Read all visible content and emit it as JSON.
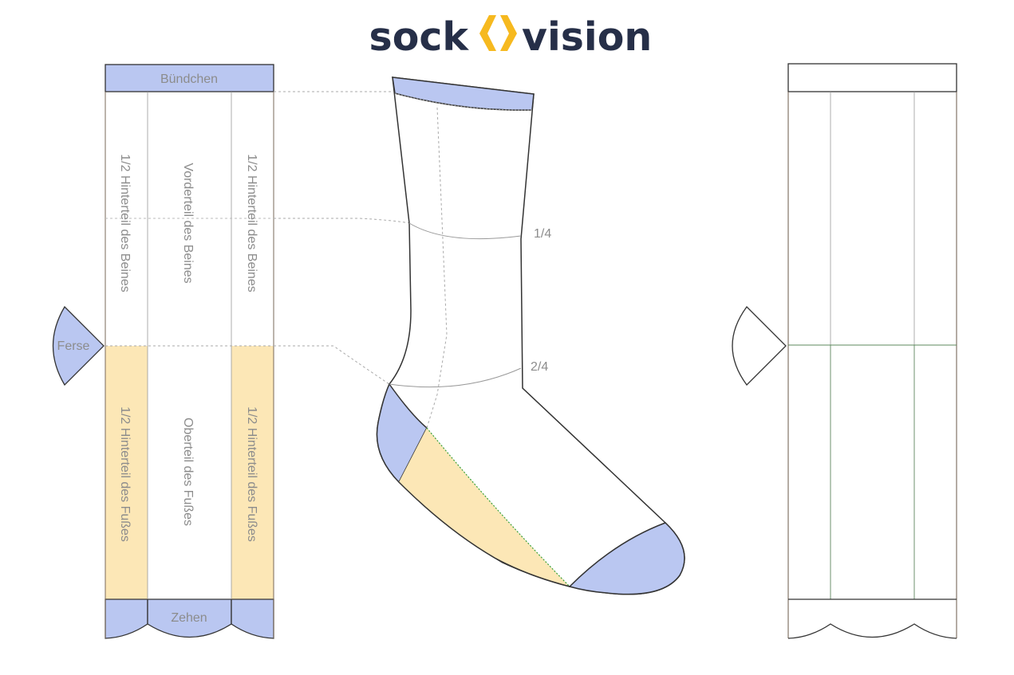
{
  "logo": {
    "left_word": "sock",
    "right_word": "vision",
    "text_color": "#262f48",
    "icon_color": "#f6b91f",
    "icon": "sock-brackets-icon"
  },
  "colors": {
    "blue_part": "#bac7f1",
    "yellow_part": "#fce7b6",
    "outline": "#333333",
    "label": "#8c8c8c"
  },
  "pattern": {
    "cuff": "Bündchen",
    "leg_back_left": "1/2 Hinterteil des Beines",
    "leg_front": "Vorderteil des Beines",
    "leg_back_right": "1/2 Hinterteil des Beines",
    "heel": "Ferse",
    "foot_back_left": "1/2 Hinterteil des Fußes",
    "foot_top": "Oberteil des Fußes",
    "foot_back_right": "1/2 Hinterteil des Fußes",
    "toe": "Zehen"
  },
  "sock": {
    "mark_quarter": "1/4",
    "mark_half": "2/4"
  }
}
